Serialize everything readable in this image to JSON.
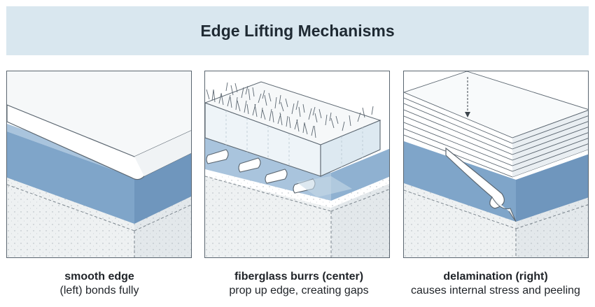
{
  "title": "Edge Lifting Mechanisms",
  "colors": {
    "title_bg": "#d9e7ef",
    "substrate_blue": "#7fa5c9",
    "substrate_top": "#a9c4dd",
    "base": "#eef1f2",
    "tape": "#f6f8f9",
    "outline": "#5b6670"
  },
  "panels": [
    {
      "caption_bold": "smooth edge",
      "caption_sub": "(left) bonds fully"
    },
    {
      "caption_bold": "fiberglass burrs (center)",
      "caption_sub": "prop up edge, creating gaps"
    },
    {
      "caption_bold": "delamination (right)",
      "caption_sub": "causes internal stress and peeling"
    }
  ]
}
